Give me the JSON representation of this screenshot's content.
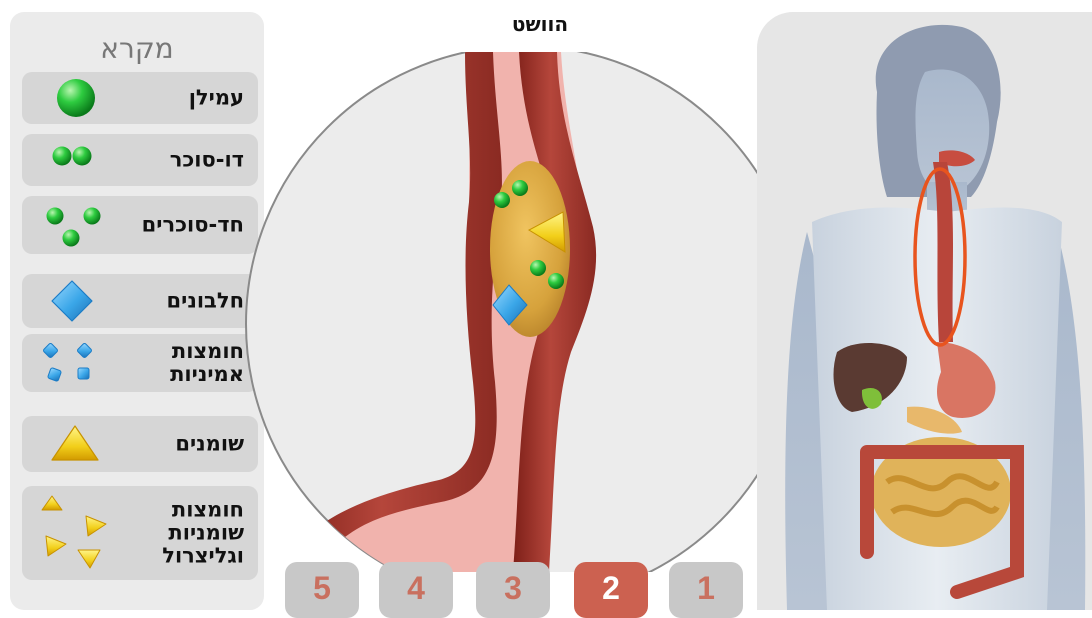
{
  "legend": {
    "title": "מקרא",
    "items": [
      {
        "label": "עמילן",
        "icon": "large-green-ball-icon"
      },
      {
        "label": "דו-סוכר",
        "icon": "two-green-balls-icon"
      },
      {
        "label": "חד-סוכרים",
        "icon": "three-green-balls-icon"
      },
      {
        "label": "חלבונים",
        "icon": "large-blue-diamond-icon"
      },
      {
        "label_line1": "חומצות",
        "label_line2": "אמיניות",
        "icon": "small-blue-squares-icon"
      },
      {
        "label": "שומנים",
        "icon": "large-yellow-triangle-icon"
      },
      {
        "label_line1": "חומצות",
        "label_line2": "שומניות",
        "label_line3": "וגליצרול",
        "icon": "small-yellow-triangles-icon"
      }
    ]
  },
  "stage_title": "הוושט",
  "steps": [
    {
      "label": "5",
      "active": false
    },
    {
      "label": "4",
      "active": false
    },
    {
      "label": "3",
      "active": false
    },
    {
      "label": "2",
      "active": true
    },
    {
      "label": "1",
      "active": false
    }
  ],
  "colors": {
    "active_step": "#cc6150",
    "inactive_step": "#c8c8c8",
    "inactive_step_text": "#c9705f",
    "starch_green": "#2ecc40",
    "protein_blue": "#3aa6e8",
    "fat_yellow": "#f2cf1a",
    "esophagus_red": "#a8372e",
    "highlight_orange": "#e8541e"
  }
}
